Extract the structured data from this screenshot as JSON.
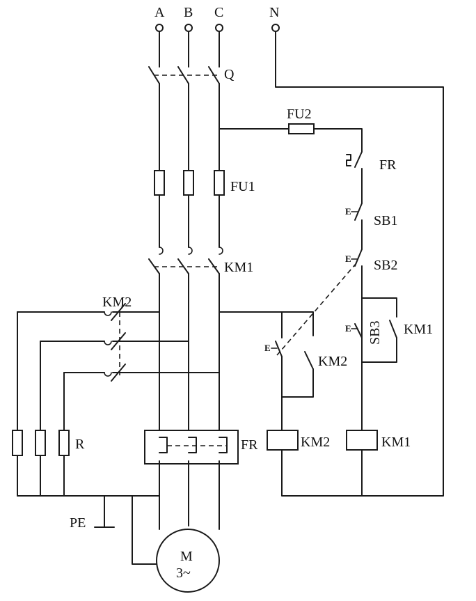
{
  "terminals": {
    "a": "A",
    "b": "B",
    "c": "C",
    "n": "N"
  },
  "labels": {
    "q": "Q",
    "fu1": "FU1",
    "fu2": "FU2",
    "km1_main": "KM1",
    "km2_main": "KM2",
    "r": "R",
    "fr_main": "FR",
    "fr_ctrl": "FR",
    "sb1": "SB1",
    "sb2": "SB2",
    "sb3": "SB3",
    "km1_aux": "KM1",
    "km2_aux": "KM2",
    "km2_coil": "KM2",
    "km1_coil": "KM1",
    "pe": "PE",
    "motor_m": "M",
    "motor_phase": "3~",
    "e_sb1": "E",
    "e_sb2": "E",
    "e_sb3": "E",
    "e_left": "E"
  }
}
